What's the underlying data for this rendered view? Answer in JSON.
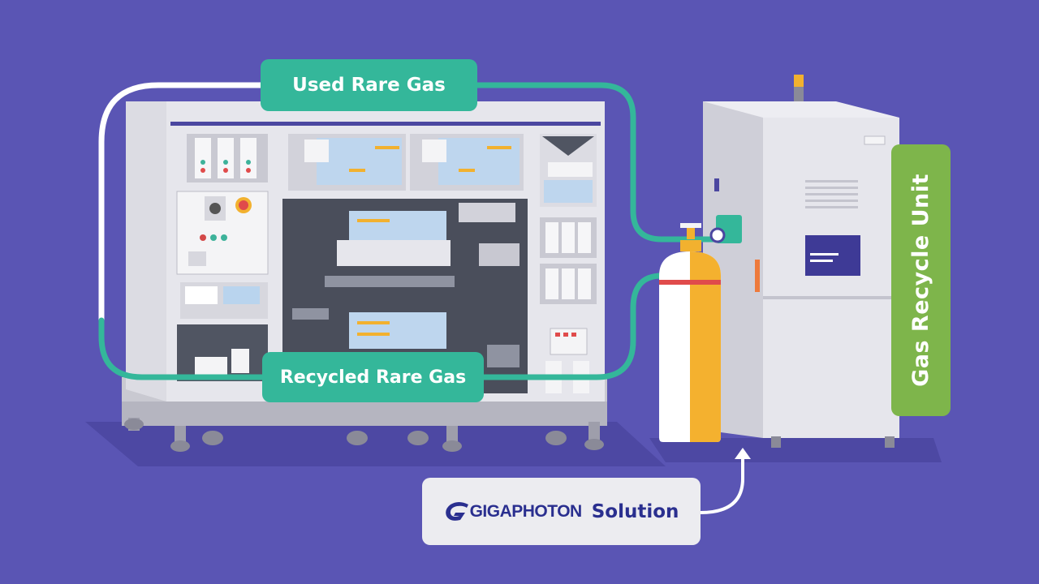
{
  "labels": {
    "used_gas": "Used Rare Gas",
    "recycled_gas": "Recycled Rare Gas",
    "gas_recycle_unit": "Gas Recycle Unit"
  },
  "solution_badge": {
    "brand": "GIGAPHOTON",
    "text": "Solution"
  },
  "colors": {
    "background": "#5a55b4",
    "pipe_green": "#34b79a",
    "unit_label_green": "#7eb54b",
    "brand_navy": "#2a2f8f",
    "cylinder_orange": "#f4b12f"
  },
  "icons": [
    "gigaphoton-logo-icon",
    "arrow-up-icon"
  ]
}
